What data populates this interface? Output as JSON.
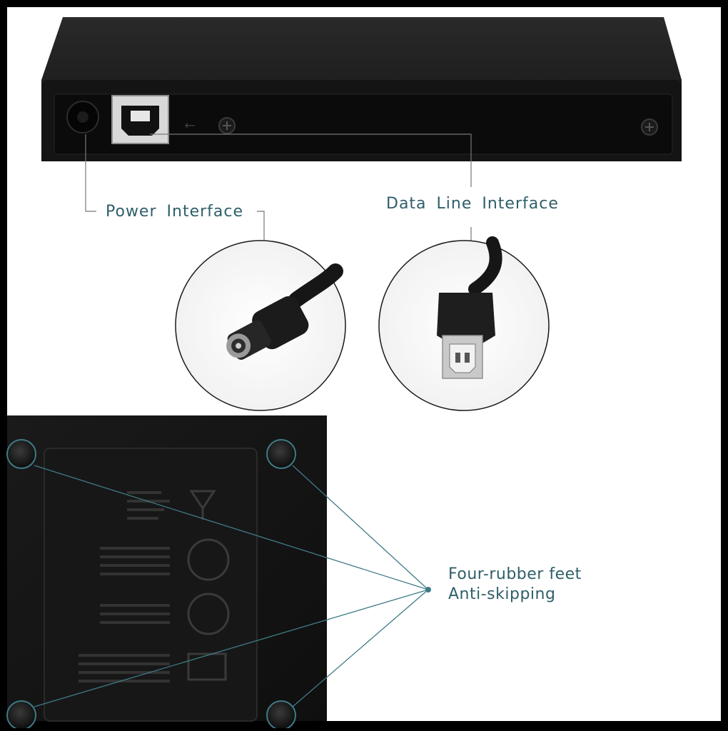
{
  "labels": {
    "power": "Power Interface",
    "data": "Data Line Interface",
    "feet_line1": "Four-rubber feet",
    "feet_line2": "Anti-skipping"
  },
  "colors": {
    "frame": "#000000",
    "background": "#ffffff",
    "caption": "#2f5f6a",
    "callout_line": "#3f7b86",
    "device": "#131313",
    "port_silver": "#c9c9c9"
  }
}
